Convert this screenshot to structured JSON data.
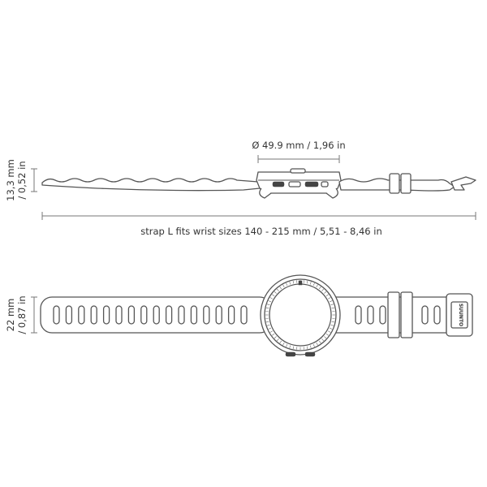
{
  "labels": {
    "diameter": "Ø 49.9 mm / 1,96 in",
    "thickness_mm": "13,3 mm",
    "thickness_in": "/ 0,52 in",
    "strap_fit": "strap L fits wrist sizes 140 - 215 mm / 5,51 - 8,46 in",
    "width_mm": "22 mm",
    "width_in": "/ 0,87 in",
    "brand": "SUUNTO"
  },
  "icons": {
    "side_view": "watch-side-profile",
    "top_view": "watch-top-view"
  }
}
